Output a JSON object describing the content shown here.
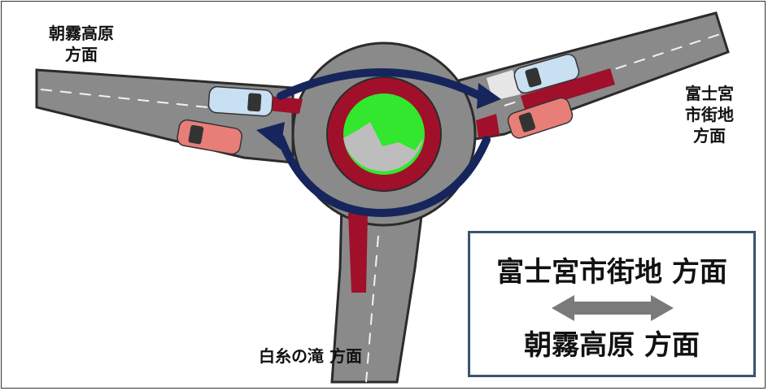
{
  "labels": {
    "asagiri_direction": "朝霧高原\n方面",
    "fujinomiya_direction": "富士宮\n市街地\n方面",
    "shiraito_direction": "白糸の滝 方面"
  },
  "legend": {
    "top_text": "富士宮市街地 方面",
    "bottom_text": "朝霧高原 方面",
    "arrow_icon": "double-headed-arrow"
  },
  "colors": {
    "road": "#8a8a8a",
    "road_edge": "#2b2b2b",
    "island_red": "#a0102a",
    "island_green": "#33e62e",
    "flow_arrow": "#16265c",
    "car_blue": "#c9dff2",
    "car_red": "#e87e78",
    "legend_border": "#3a5370",
    "legend_arrow": "#7a7a7a"
  },
  "icons": [
    "roundabout-map",
    "car-icon",
    "flow-arrow-icon",
    "double-headed-arrow-icon"
  ]
}
